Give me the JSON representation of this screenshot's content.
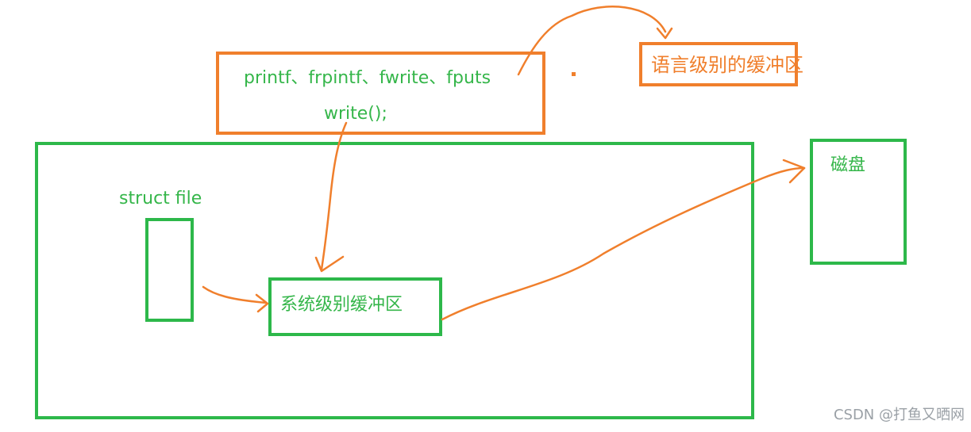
{
  "diagram": {
    "lang_call_box": {
      "line1": "printf、frpintf、fwrite、fputs",
      "line2": "write();"
    },
    "lang_buffer_label": "语言级别的缓冲区",
    "struct_file_label": "struct file",
    "system_buffer_label": "系统级别缓冲区",
    "disk_label": "磁盘",
    "colors": {
      "green": "#2db84a",
      "orange": "#f07f2c"
    }
  },
  "watermark": "CSDN @打鱼又晒网"
}
